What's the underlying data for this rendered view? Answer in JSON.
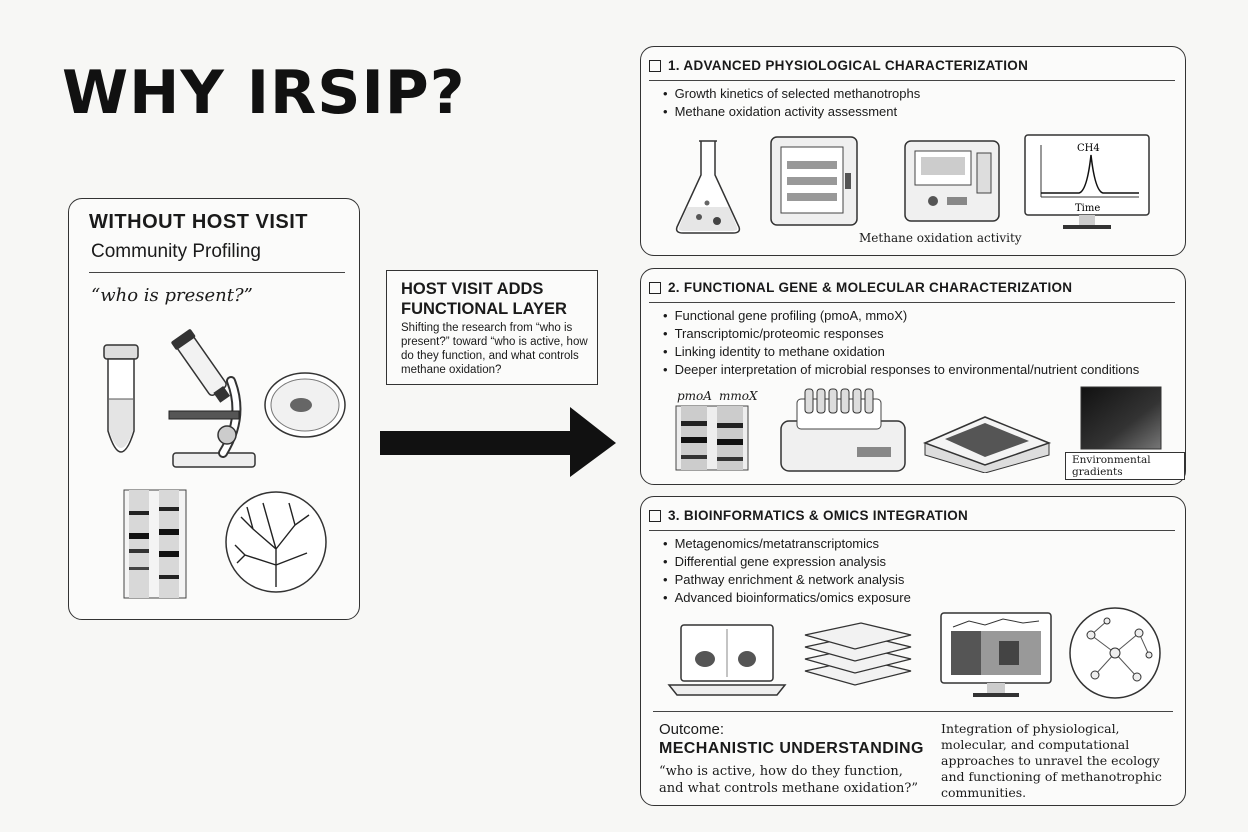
{
  "title": "WHY IRSIP?",
  "left": {
    "heading": "WITHOUT HOST VISIT",
    "subheading": "Community Profiling",
    "question": "“who is present?”"
  },
  "middle": {
    "heading": "HOST VISIT ADDS FUNCTIONAL LAYER",
    "text": "Shifting the research from “who is present?” toward “who is active, how do they function, and what controls methane oxidation?"
  },
  "panels": [
    {
      "heading": "1. ADVANCED PHYSIOLOGICAL CHARACTERIZATION",
      "bullets": [
        "Growth kinetics of selected methanotrophs",
        "Methane oxidation activity assessment"
      ],
      "caption": "Methane oxidation activity",
      "chart_y_label": "CH4",
      "chart_x_label": "Time"
    },
    {
      "heading": "2. FUNCTIONAL GENE & MOLECULAR  CHARACTERIZATION",
      "bullets": [
        "Functional gene profiling (pmoA, mmoX)",
        "Transcriptomic/proteomic responses",
        "Linking identity to methane oxidation",
        "Deeper interpretation of microbial responses to environmental/nutrient conditions"
      ],
      "gel_labels": [
        "pmoA",
        "mmoX"
      ],
      "caption": "Environmental gradients"
    },
    {
      "heading": "3. BIOINFORMATICS & OMICS INTEGRATION",
      "bullets": [
        "Metagenomics/metatranscriptomics",
        "Differential gene expression analysis",
        "Pathway enrichment & network analysis",
        "Advanced bioinformatics/omics exposure"
      ]
    }
  ],
  "outcome": {
    "label": "Outcome:",
    "heading": "MECHANISTIC UNDERSTANDING",
    "question": "“who is active, how do they function, and what controls methane oxidation?”",
    "summary": "Integration of physiological, molecular, and computational approaches to unravel the ecology and functioning of methanotrophic communities."
  }
}
